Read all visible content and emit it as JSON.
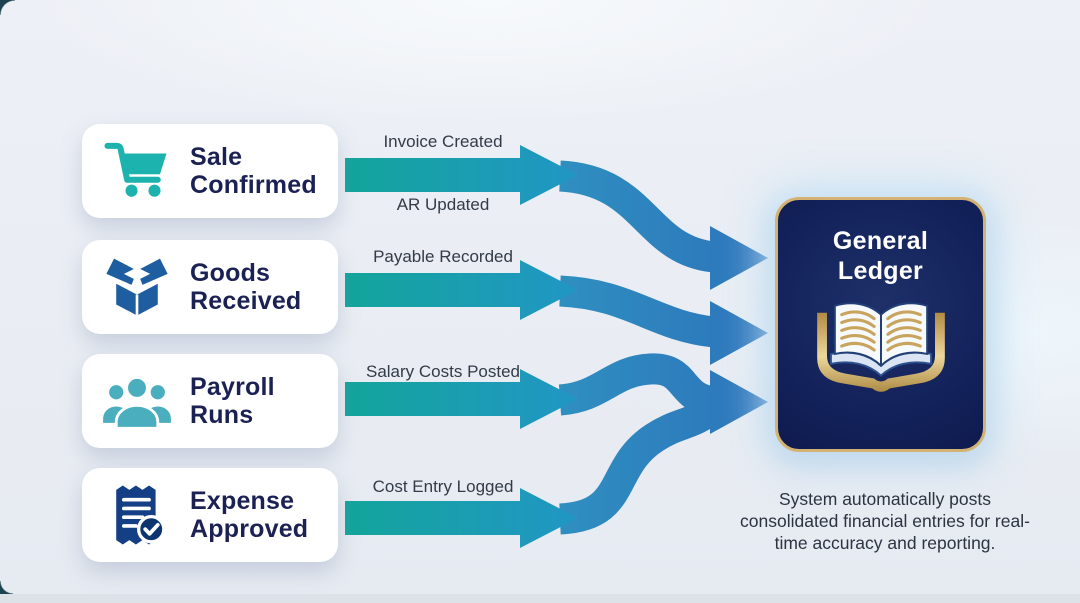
{
  "diagram": {
    "sources": [
      {
        "label": "Sale Confirmed",
        "icon": "shopping-cart"
      },
      {
        "label": "Goods Received",
        "icon": "open-box"
      },
      {
        "label": "Payroll Runs",
        "icon": "people-group"
      },
      {
        "label": "Expense Approved",
        "icon": "receipt-check"
      }
    ],
    "edge_labels": [
      "Invoice Created",
      "AR Updated",
      "Payable Recorded",
      "Salary Costs Posted",
      "Cost Entry Logged"
    ],
    "target": {
      "title": "General Ledger",
      "icon": "open-book"
    },
    "caption": "System automatically posts consolidated financial entries for real-time accuracy and reporting."
  },
  "colors": {
    "arrow_teal_start": "#13a59b",
    "arrow_teal_end": "#2196c5",
    "curve_blue_start": "#2f8fc0",
    "curve_blue_end": "#2c73bb",
    "card_label_navy": "#1b2153",
    "edge_label_text": "#333b48",
    "caption_text": "#2c3341",
    "ledger_background_navy": "#0d1a4a",
    "ledger_border_gold": "#d3b273",
    "cart_icon_teal": "#1cb2ad",
    "box_icon_blue": "#1e5d9f",
    "people_icon_teal": "#4aaebe",
    "receipt_icon_navy": "#143f85"
  }
}
